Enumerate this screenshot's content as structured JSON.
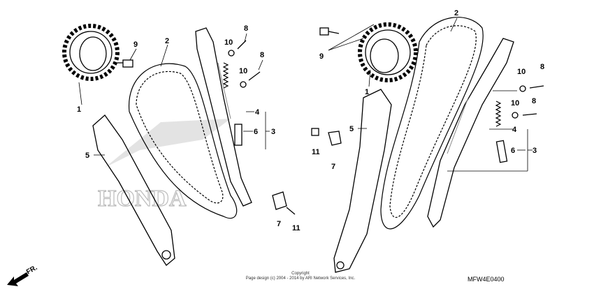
{
  "diagram": {
    "callouts": {
      "left": {
        "sprocket": "1",
        "chain": "2",
        "pin_set": "3",
        "washer_a": "4",
        "tensioner_arm": "5",
        "collar": "6",
        "clamp": "7",
        "bolt_top": "8",
        "bolt_mid": "8",
        "cam_bolt": "9",
        "washer_top": "10",
        "washer_mid": "10",
        "bolt_clamp": "11"
      },
      "right": {
        "sprocket": "1",
        "chain": "2",
        "pin_set": "3",
        "washer_a": "4",
        "tensioner_arm": "5",
        "collar": "6",
        "clamp": "7",
        "bolt_top": "8",
        "bolt_mid": "8",
        "cam_bolt": "9",
        "washer_top": "10",
        "washer_mid": "10",
        "bolt_clamp": "11"
      }
    },
    "watermark": "HONDA",
    "direction_label": "FR.",
    "copyright_line1": "Copyright",
    "copyright_line2": "Page design (c) 2004 - 2014 by ARI Network Services, Inc.",
    "diagram_code": "MFW4E0400"
  }
}
